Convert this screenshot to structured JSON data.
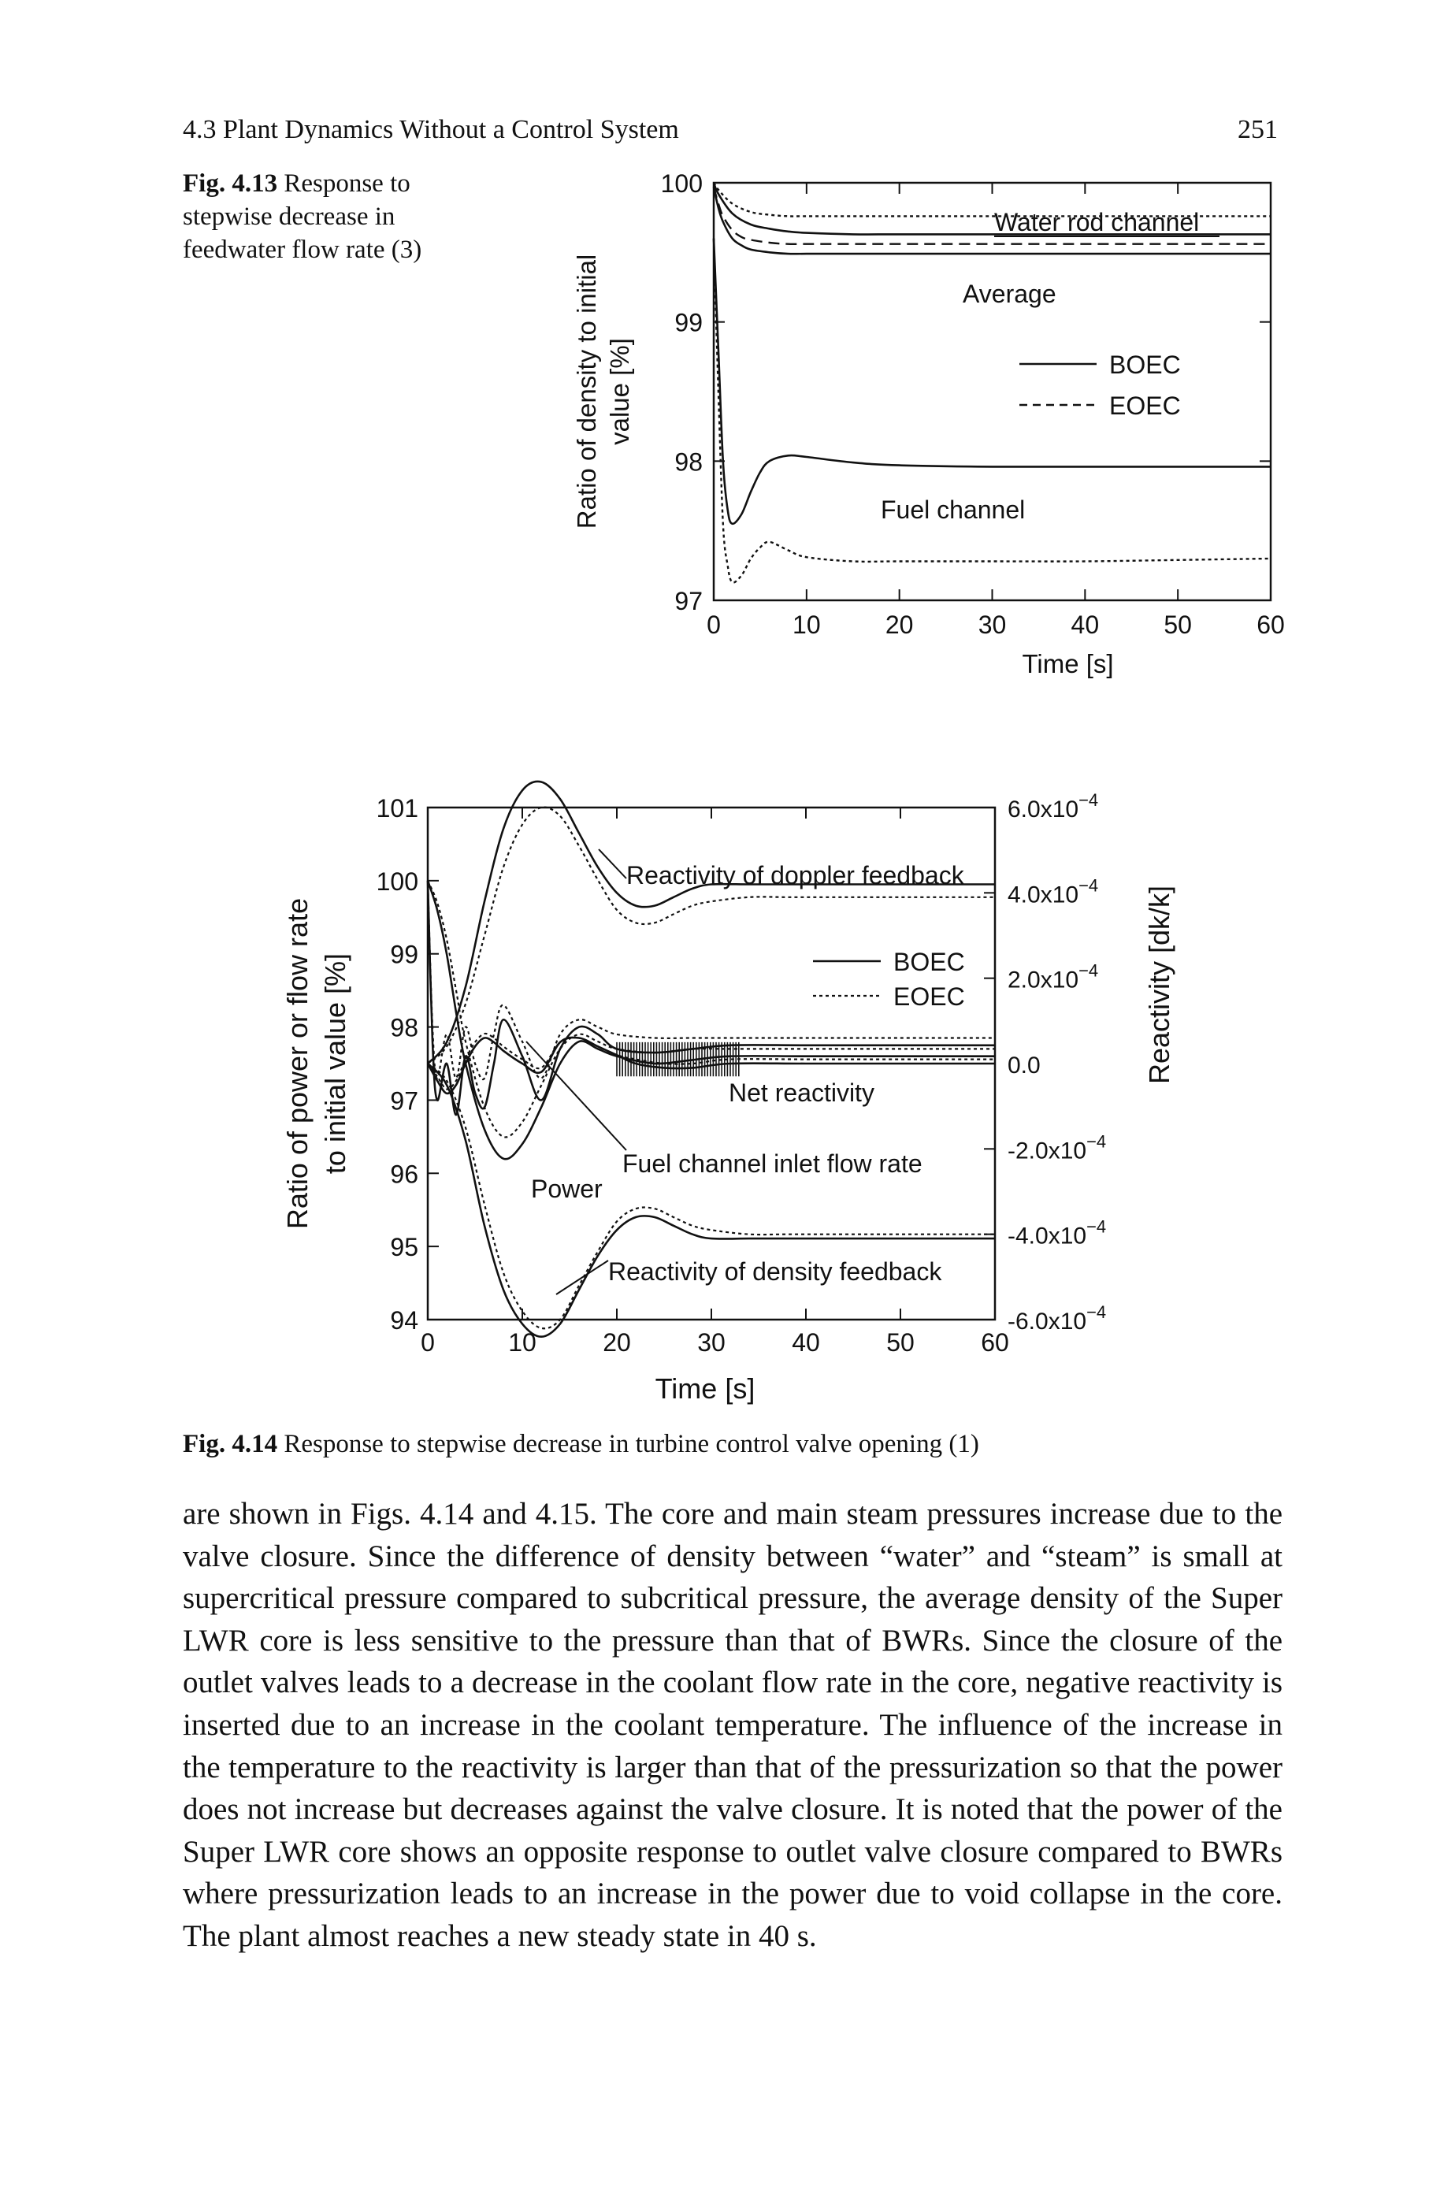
{
  "header": {
    "section": "4.3 Plant Dynamics Without a Control System",
    "page_number": "251"
  },
  "fig413": {
    "label": "Fig. 4.13",
    "caption": "Response to stepwise decrease in feedwater flow rate (3)"
  },
  "fig414": {
    "label": "Fig. 4.14",
    "caption": "Response to stepwise decrease in turbine control valve opening (1)"
  },
  "body_text": "are shown in Figs. 4.14 and 4.15. The core and main steam pressures increase due to the valve closure. Since the difference of density between “water” and “steam” is small at supercritical pressure compared to subcritical pressure, the average density of the Super LWR core is less sensitive to the pressure than that of BWRs. Since the closure of the outlet valves leads to a decrease in the coolant flow rate in the core, negative reactivity is inserted due to an increase in the coolant temperature. The influence of the increase in the temperature to the reactivity is larger than that of the pressurization so that the power does not increase but decreases against the valve closure. It is noted that the power of the Super LWR core shows an opposite response to outlet valve closure compared to BWRs where pressurization leads to an increase in the power due to void collapse in the core. The plant almost reaches a new steady state in 40 s.",
  "chart_data": [
    {
      "type": "line",
      "xlabel": "Time [s]",
      "ylabel": "Ratio of density to initial value [%]",
      "xlim": [
        0,
        60
      ],
      "ylim": [
        97,
        100
      ],
      "xticks": [
        0,
        10,
        20,
        30,
        40,
        50,
        60
      ],
      "yticks": [
        97,
        98,
        99,
        100
      ],
      "legend": [
        "BOEC",
        "EOEC"
      ],
      "legend_position": "right-center",
      "annotations": [
        "Water rod channel",
        "Average",
        "Fuel channel"
      ],
      "series": [
        {
          "name": "BOEC",
          "group": "Water rod channel",
          "style": "solid",
          "x": [
            0,
            0.5,
            2,
            4,
            6,
            8,
            10,
            15,
            20,
            30,
            40,
            50,
            60
          ],
          "y": [
            100,
            99.92,
            99.78,
            99.7,
            99.67,
            99.65,
            99.64,
            99.63,
            99.63,
            99.63,
            99.63,
            99.63,
            99.63
          ]
        },
        {
          "name": "EOEC",
          "group": "Water rod channel",
          "style": "dashed",
          "x": [
            0,
            0.5,
            2,
            4,
            6,
            8,
            10,
            15,
            20,
            30,
            40,
            50,
            60
          ],
          "y": [
            100,
            99.95,
            99.85,
            99.79,
            99.77,
            99.76,
            99.76,
            99.76,
            99.76,
            99.76,
            99.76,
            99.76,
            99.76
          ]
        },
        {
          "name": "BOEC",
          "group": "Average",
          "style": "solid",
          "x": [
            0,
            0.5,
            1,
            2,
            3,
            4,
            6,
            8,
            10,
            15,
            20,
            30,
            40,
            50,
            60
          ],
          "y": [
            99.97,
            99.82,
            99.72,
            99.6,
            99.55,
            99.52,
            99.5,
            99.49,
            99.49,
            99.49,
            99.49,
            99.49,
            99.49,
            99.49,
            99.49
          ]
        },
        {
          "name": "EOEC",
          "group": "Average",
          "style": "dashed",
          "x": [
            0,
            0.5,
            1,
            2,
            3,
            4,
            6,
            8,
            10,
            15,
            20,
            30,
            40,
            50,
            60
          ],
          "y": [
            99.97,
            99.85,
            99.76,
            99.66,
            99.61,
            99.59,
            99.57,
            99.56,
            99.56,
            99.56,
            99.56,
            99.56,
            99.56,
            99.56,
            99.56
          ]
        },
        {
          "name": "BOEC",
          "group": "Fuel channel",
          "style": "solid",
          "x": [
            0,
            0.5,
            1,
            1.5,
            2,
            3,
            4,
            5,
            6,
            8,
            10,
            15,
            20,
            30,
            40,
            50,
            60
          ],
          "y": [
            99.6,
            98.8,
            98.0,
            97.65,
            97.55,
            97.62,
            97.78,
            97.92,
            98.0,
            98.04,
            98.03,
            97.99,
            97.97,
            97.96,
            97.96,
            97.96,
            97.96
          ]
        },
        {
          "name": "EOEC",
          "group": "Fuel channel",
          "style": "dashed",
          "x": [
            0,
            0.5,
            1,
            1.5,
            2,
            3,
            4,
            5,
            6,
            8,
            10,
            15,
            20,
            30,
            40,
            50,
            60
          ],
          "y": [
            99.6,
            98.5,
            97.55,
            97.25,
            97.13,
            97.18,
            97.3,
            97.38,
            97.42,
            97.36,
            97.31,
            97.28,
            97.28,
            97.28,
            97.28,
            97.29,
            97.3
          ]
        }
      ]
    },
    {
      "type": "line",
      "xlabel": "Time [s]",
      "ylabel": "Ratio of power or flow rate to initial value [%]",
      "ylabel_right": "Reactivity [dk/k]",
      "xlim": [
        0,
        60
      ],
      "ylim": [
        94,
        101
      ],
      "ylim_right": [
        -0.0006,
        0.0006
      ],
      "xticks": [
        0,
        10,
        20,
        30,
        40,
        50,
        60
      ],
      "yticks": [
        94,
        95,
        96,
        97,
        98,
        99,
        100,
        101
      ],
      "yticks_right": [
        "-6.0x10-4",
        "-4.0x10-4",
        "-2.0x10-4",
        "0.0",
        "2.0x10-4",
        "4.0x10-4",
        "6.0x10-4"
      ],
      "legend": [
        "BOEC",
        "EOEC"
      ],
      "legend_position": "upper-right",
      "annotations": [
        "Reactivity of doppler feedback",
        "Net reactivity",
        "Fuel channel inlet flow rate",
        "Power",
        "Reactivity of density feedback"
      ],
      "series": [
        {
          "name": "BOEC",
          "group": "Reactivity of doppler feedback",
          "axis": "right",
          "style": "solid",
          "x": [
            0,
            2,
            4,
            6,
            8,
            10,
            12,
            14,
            16,
            18,
            20,
            22,
            24,
            26,
            28,
            30,
            34,
            38,
            42,
            50,
            60
          ],
          "y": [
            0.0,
            5e-05,
            0.00018,
            0.00038,
            0.00055,
            0.00064,
            0.00066,
            0.00062,
            0.00054,
            0.00046,
            0.0004,
            0.00037,
            0.00037,
            0.00039,
            0.00041,
            0.00042,
            0.00042,
            0.00042,
            0.00042,
            0.00042,
            0.00042
          ]
        },
        {
          "name": "EOEC",
          "group": "Reactivity of doppler feedback",
          "axis": "right",
          "style": "dashed",
          "x": [
            0,
            2,
            4,
            6,
            8,
            10,
            12,
            14,
            16,
            18,
            20,
            22,
            24,
            26,
            28,
            30,
            34,
            38,
            42,
            50,
            60
          ],
          "y": [
            0.0,
            4e-05,
            0.00014,
            0.0003,
            0.00046,
            0.00056,
            0.0006,
            0.00058,
            0.00051,
            0.00043,
            0.00036,
            0.00033,
            0.00033,
            0.00035,
            0.00037,
            0.00038,
            0.00039,
            0.00039,
            0.00039,
            0.00039,
            0.00039
          ]
        },
        {
          "name": "BOEC",
          "group": "Reactivity of density feedback",
          "axis": "right",
          "style": "solid",
          "x": [
            0,
            2,
            4,
            6,
            8,
            10,
            12,
            14,
            16,
            18,
            20,
            22,
            24,
            26,
            28,
            30,
            34,
            38,
            42,
            50,
            60
          ],
          "y": [
            0.0,
            -5e-05,
            -0.00018,
            -0.00038,
            -0.00053,
            -0.00061,
            -0.00064,
            -0.00061,
            -0.00053,
            -0.00045,
            -0.00039,
            -0.00036,
            -0.00036,
            -0.00038,
            -0.0004,
            -0.00041,
            -0.00041,
            -0.00041,
            -0.00041,
            -0.00041,
            -0.00041
          ]
        },
        {
          "name": "EOEC",
          "group": "Reactivity of density feedback",
          "axis": "right",
          "style": "dashed",
          "x": [
            0,
            2,
            4,
            6,
            8,
            10,
            12,
            14,
            16,
            18,
            20,
            22,
            24,
            26,
            28,
            30,
            34,
            38,
            42,
            50,
            60
          ],
          "y": [
            0.0,
            -4e-05,
            -0.00015,
            -0.00033,
            -0.00049,
            -0.00058,
            -0.00062,
            -0.0006,
            -0.00052,
            -0.00044,
            -0.00037,
            -0.00034,
            -0.00034,
            -0.00036,
            -0.00038,
            -0.00039,
            -0.0004,
            -0.0004,
            -0.0004,
            -0.0004,
            -0.0004
          ]
        },
        {
          "name": "BOEC",
          "group": "Net reactivity",
          "axis": "right",
          "style": "solid",
          "x": [
            0,
            1,
            2,
            3,
            4,
            5,
            6,
            7,
            8,
            10,
            12,
            14,
            16,
            18,
            20,
            22,
            25,
            28,
            32,
            40,
            50,
            60
          ],
          "y": [
            0.0,
            -4e-05,
            -7e-05,
            -5e-05,
            0.0,
            4e-05,
            6e-05,
            5e-05,
            3e-05,
            0.0,
            -2e-05,
            5e-05,
            6e-05,
            4e-05,
            2e-05,
            0.0,
            -1e-05,
            -1e-05,
            0.0,
            0.0,
            0.0,
            0.0
          ]
        },
        {
          "name": "EOEC",
          "group": "Net reactivity",
          "axis": "right",
          "style": "dashed",
          "x": [
            0,
            1,
            2,
            3,
            4,
            5,
            6,
            7,
            8,
            10,
            12,
            14,
            16,
            18,
            20,
            22,
            25,
            28,
            32,
            40,
            50,
            60
          ],
          "y": [
            0.0,
            -3e-05,
            -6e-05,
            -4e-05,
            1e-05,
            5e-05,
            7e-05,
            6e-05,
            4e-05,
            1e-05,
            -1e-05,
            5e-05,
            6e-05,
            4e-05,
            2e-05,
            1e-05,
            0.0,
            0.0,
            1e-05,
            1e-05,
            1e-05,
            1e-05
          ]
        },
        {
          "name": "BOEC",
          "group": "Fuel channel inlet flow rate",
          "axis": "left",
          "style": "solid",
          "x": [
            0,
            1,
            2,
            3,
            4,
            6,
            8,
            10,
            12,
            14,
            16,
            18,
            20,
            24,
            28,
            32,
            40,
            50,
            60
          ],
          "y": [
            100,
            99.6,
            99.0,
            98.2,
            97.5,
            96.6,
            96.2,
            96.4,
            96.9,
            97.5,
            97.8,
            97.7,
            97.6,
            97.5,
            97.55,
            97.6,
            97.6,
            97.6,
            97.6
          ]
        },
        {
          "name": "EOEC",
          "group": "Fuel channel inlet flow rate",
          "axis": "left",
          "style": "dashed",
          "x": [
            0,
            1,
            2,
            3,
            4,
            6,
            8,
            10,
            12,
            14,
            16,
            18,
            20,
            24,
            28,
            32,
            40,
            50,
            60
          ],
          "y": [
            100,
            99.7,
            99.2,
            98.5,
            97.8,
            96.9,
            96.5,
            96.7,
            97.2,
            97.7,
            97.9,
            97.8,
            97.7,
            97.65,
            97.7,
            97.7,
            97.7,
            97.7,
            97.7
          ]
        },
        {
          "name": "BOEC",
          "group": "Power",
          "axis": "left",
          "style": "solid",
          "x": [
            0,
            0.5,
            1,
            2,
            3,
            4,
            5,
            6,
            7,
            8,
            10,
            12,
            14,
            16,
            18,
            20,
            24,
            28,
            32,
            40,
            50,
            60
          ],
          "y": [
            100,
            97.8,
            97.0,
            97.5,
            96.8,
            97.6,
            97.1,
            96.9,
            97.5,
            98.1,
            97.6,
            97.0,
            97.7,
            98.0,
            97.9,
            97.7,
            97.65,
            97.7,
            97.75,
            97.75,
            97.75,
            97.75
          ]
        },
        {
          "name": "EOEC",
          "group": "Power",
          "axis": "left",
          "style": "dashed",
          "x": [
            0,
            0.5,
            1,
            2,
            3,
            4,
            5,
            6,
            7,
            8,
            10,
            12,
            14,
            16,
            18,
            20,
            24,
            28,
            32,
            40,
            50,
            60
          ],
          "y": [
            100,
            98.0,
            97.3,
            97.9,
            97.3,
            98.0,
            97.5,
            97.3,
            97.9,
            98.3,
            97.8,
            97.3,
            97.9,
            98.1,
            98.0,
            97.9,
            97.85,
            97.85,
            97.85,
            97.85,
            97.85,
            97.85
          ]
        }
      ]
    }
  ]
}
